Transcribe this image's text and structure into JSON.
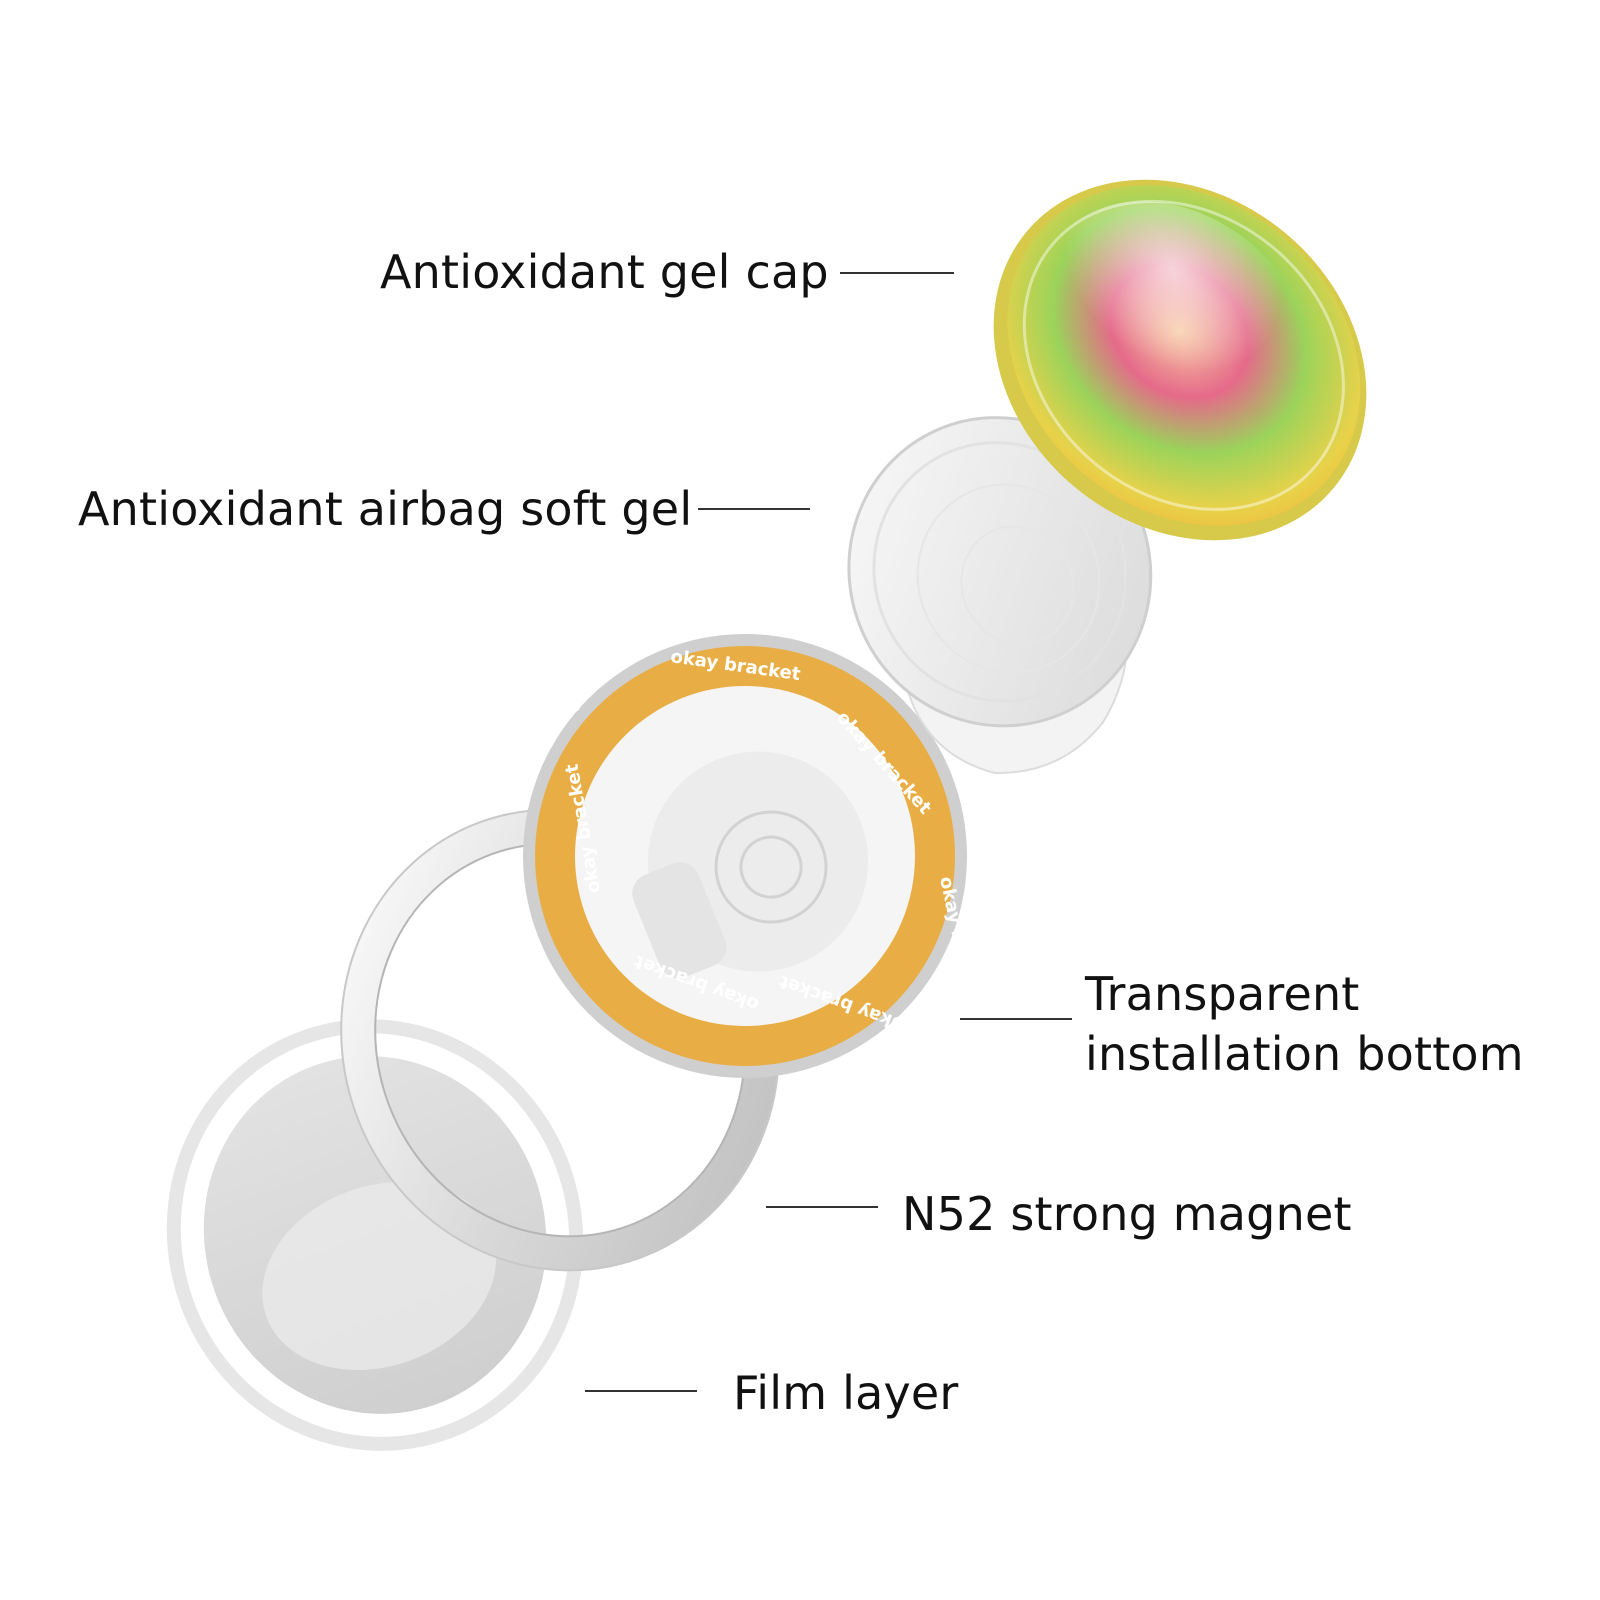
{
  "labels": {
    "gel_cap": "Antioxidant gel cap",
    "airbag": "Antioxidant airbag soft gel",
    "bottom_line1": "Transparent",
    "bottom_line2": "installation bottom",
    "magnet": "N52 strong magnet",
    "film": "Film layer"
  },
  "ring_text": "okay bracket",
  "colors": {
    "ring": "#E8AE45",
    "text": "#111111",
    "leader": "#333333"
  }
}
